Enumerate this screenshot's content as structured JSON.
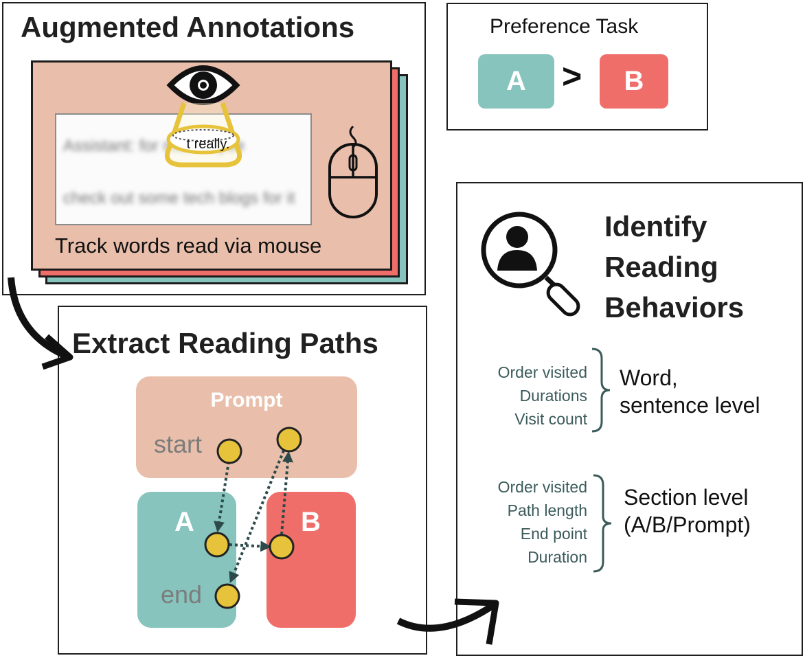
{
  "augmented": {
    "title": "Augmented Annotations",
    "caption": "Track words read via mouse",
    "lens_text": "t really.",
    "blurred_lines": [
      "Assistant: for me, Maybe",
      "check out some tech blogs for it"
    ]
  },
  "preference": {
    "title": "Preference Task",
    "option_a": "A",
    "comparator": ">",
    "option_b": "B"
  },
  "extract": {
    "title": "Extract Reading Paths",
    "prompt_label": "Prompt",
    "a_label": "A",
    "b_label": "B",
    "start_label": "start",
    "end_label": "end"
  },
  "identify": {
    "title_lines": [
      "Identify",
      "Reading",
      "Behaviors"
    ],
    "word_metrics": [
      "Order visited",
      "Durations",
      "Visit count"
    ],
    "word_level": [
      "Word,",
      "sentence level"
    ],
    "section_metrics": [
      "Order visited",
      "Path length",
      "End point",
      "Duration"
    ],
    "section_level": [
      "Section level",
      "(A/B/Prompt)"
    ]
  },
  "colors": {
    "teal": "#86c4bd",
    "coral": "#f06e6a",
    "peach": "#e9bfab",
    "gold": "#e6c33b",
    "arrow_dark": "#2d4a4a"
  },
  "icons": [
    "eye-icon",
    "mouse-icon",
    "person-search-icon",
    "curved-arrow-icon"
  ]
}
